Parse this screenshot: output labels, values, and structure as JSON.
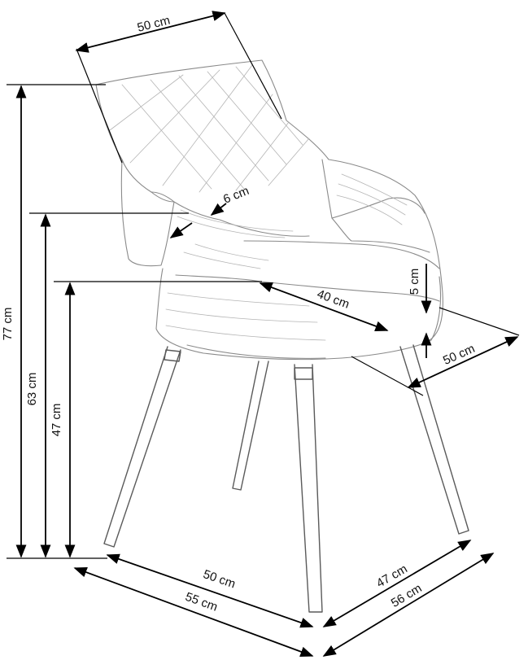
{
  "figure": {
    "subject": "chair-dimension-diagram",
    "colors": {
      "dimension": "#000000",
      "sketch": "#8a8a8a",
      "background": "#ffffff"
    }
  },
  "dimensions": {
    "back_width": "50 cm",
    "arm_thickness": "6 cm",
    "seat_depth": "40 cm",
    "seat_thickness": "5 cm",
    "seat_width": "50 cm",
    "total_height": "77 cm",
    "arm_height": "63 cm",
    "seat_height": "47 cm",
    "base_width_inner": "50 cm",
    "base_width_outer": "55 cm",
    "base_depth_inner": "47 cm",
    "base_depth_outer": "56 cm"
  }
}
